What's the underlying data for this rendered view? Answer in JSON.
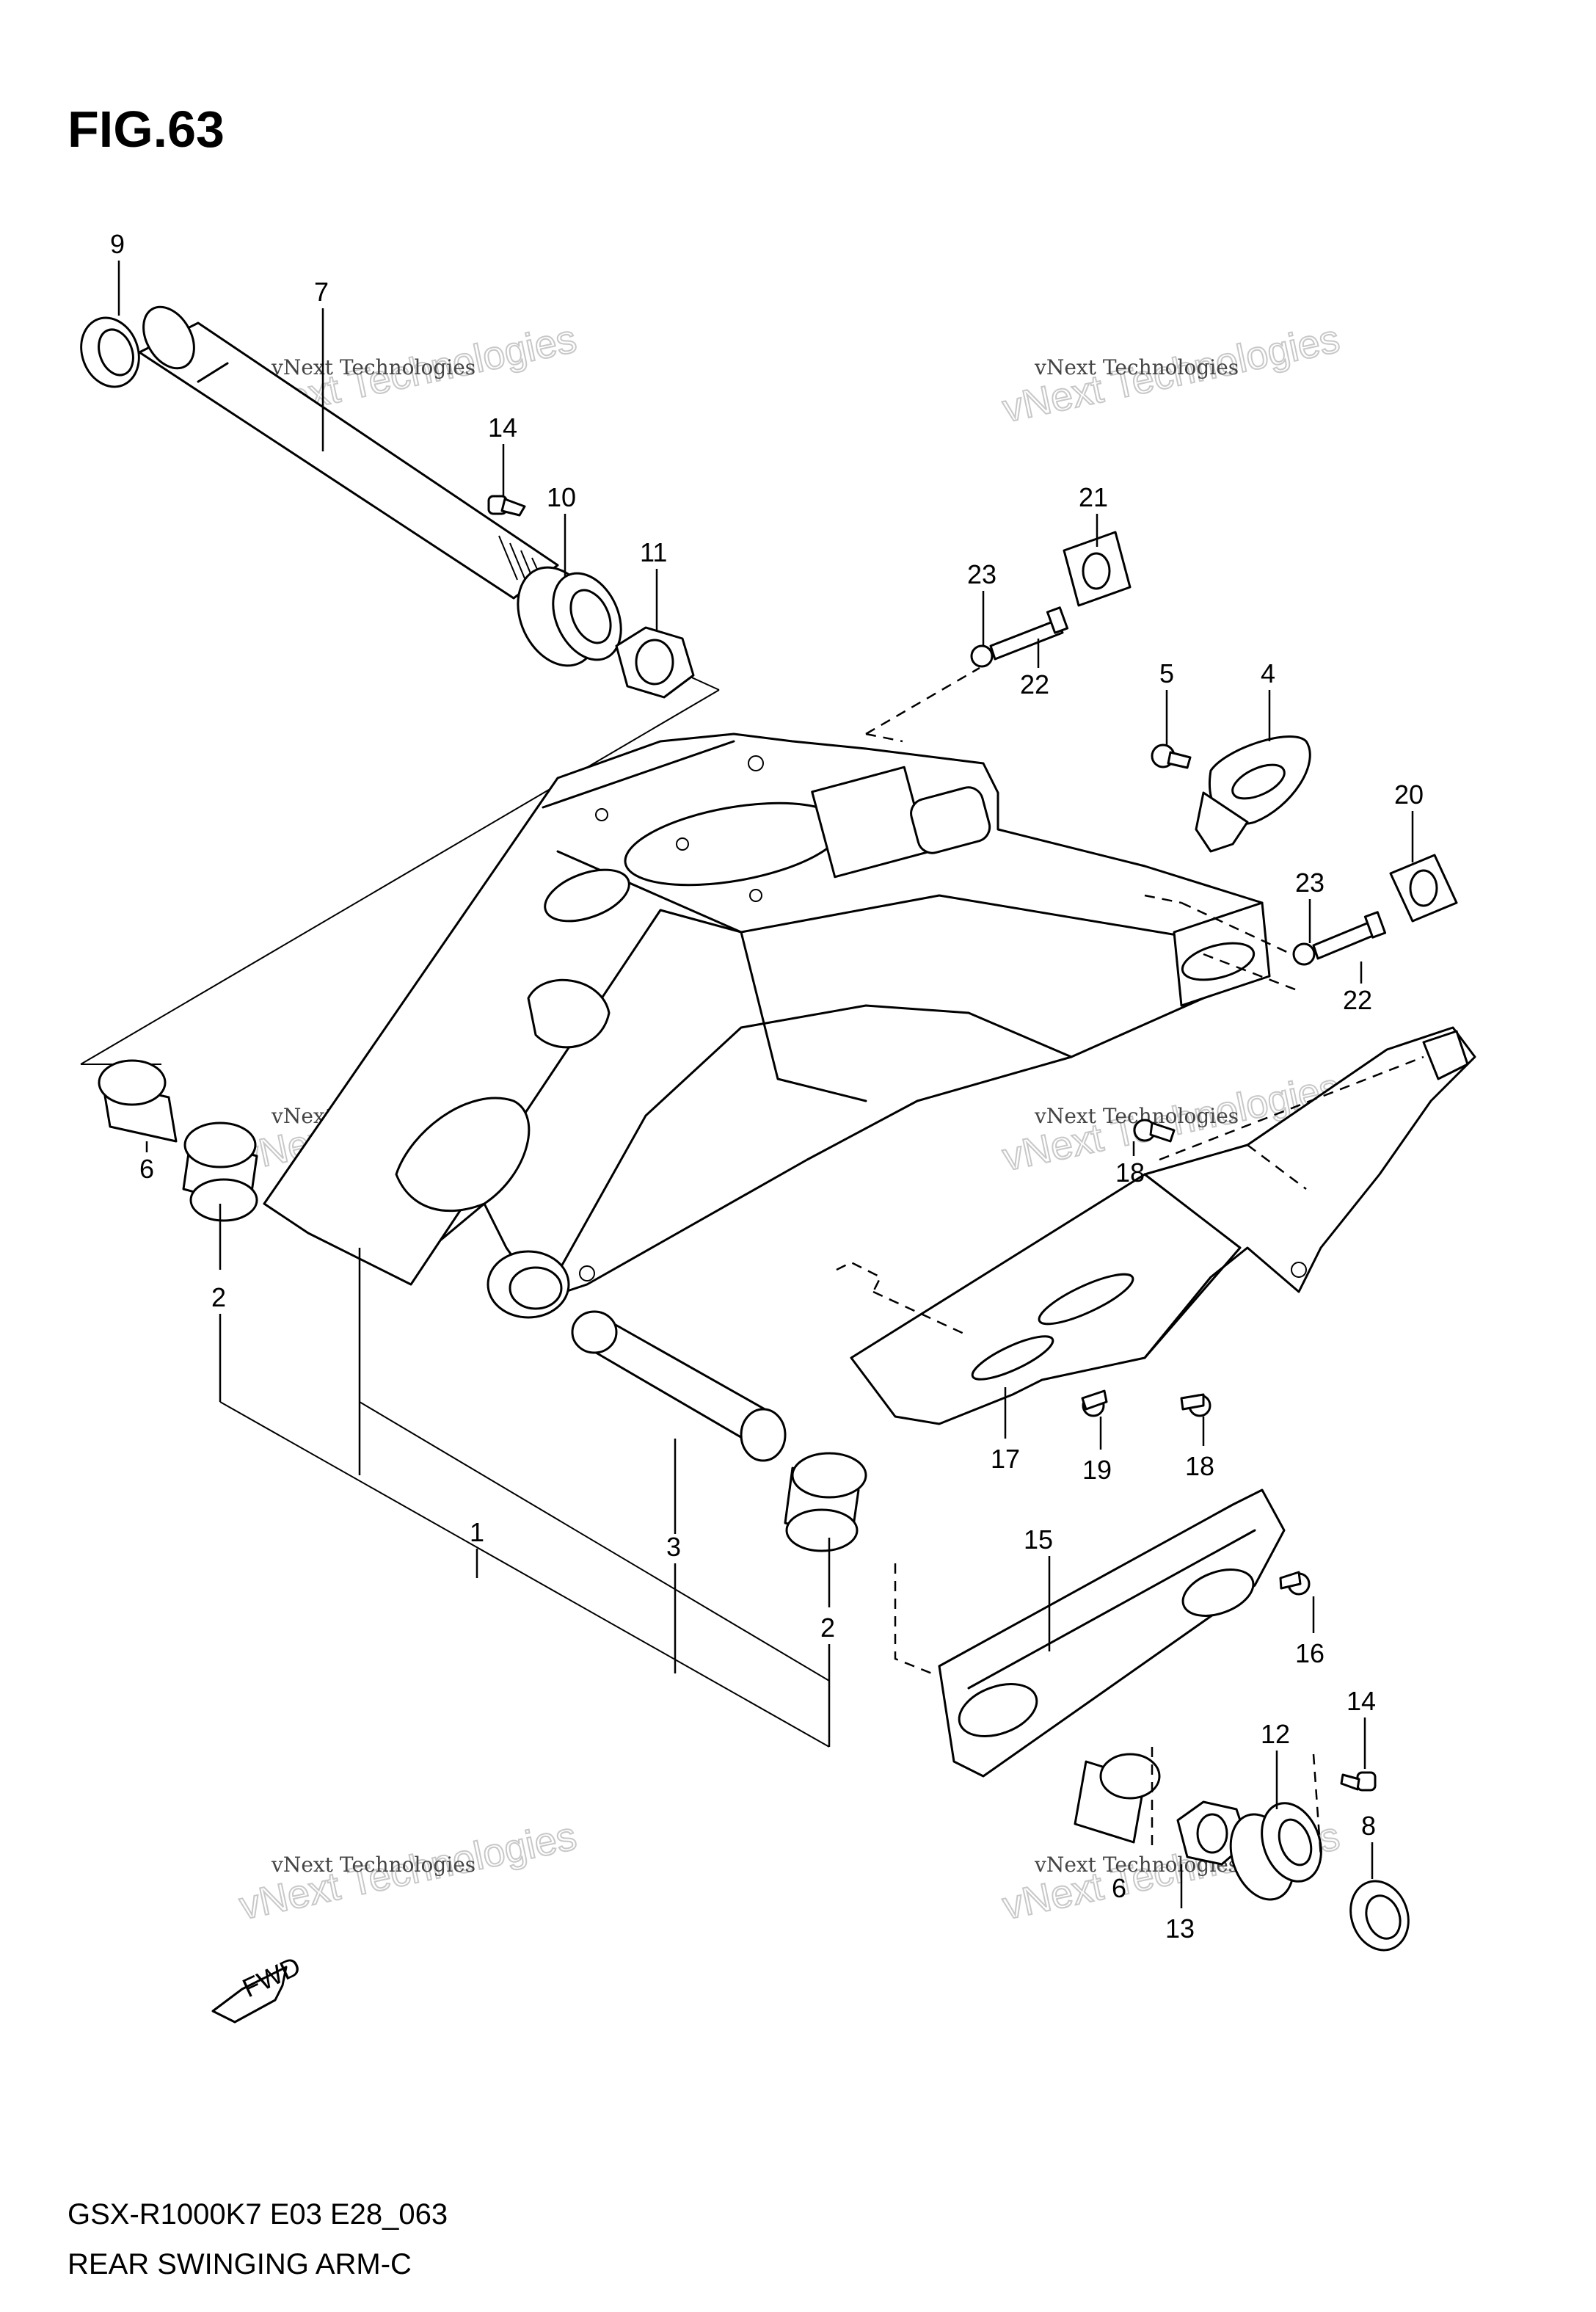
{
  "figure": {
    "title": "FIG.63",
    "footer_code": "GSX-R1000K7 E03 E28_063",
    "footer_name": "REAR SWINGING ARM-C",
    "fwd_label": "FWD"
  },
  "watermark": {
    "line1": "vNext Technologies",
    "line2": "vNext Technologies"
  },
  "callouts": {
    "c1": "1",
    "c2a": "2",
    "c2b": "2",
    "c3": "3",
    "c4": "4",
    "c5": "5",
    "c6a": "6",
    "c6b": "6",
    "c7": "7",
    "c8": "8",
    "c9": "9",
    "c10": "10",
    "c11": "11",
    "c12": "12",
    "c13": "13",
    "c14a": "14",
    "c14b": "14",
    "c15": "15",
    "c16": "16",
    "c17": "17",
    "c18a": "18",
    "c18b": "18",
    "c19": "19",
    "c20": "20",
    "c21": "21",
    "c22a": "22",
    "c22b": "22",
    "c23a": "23",
    "c23b": "23"
  }
}
